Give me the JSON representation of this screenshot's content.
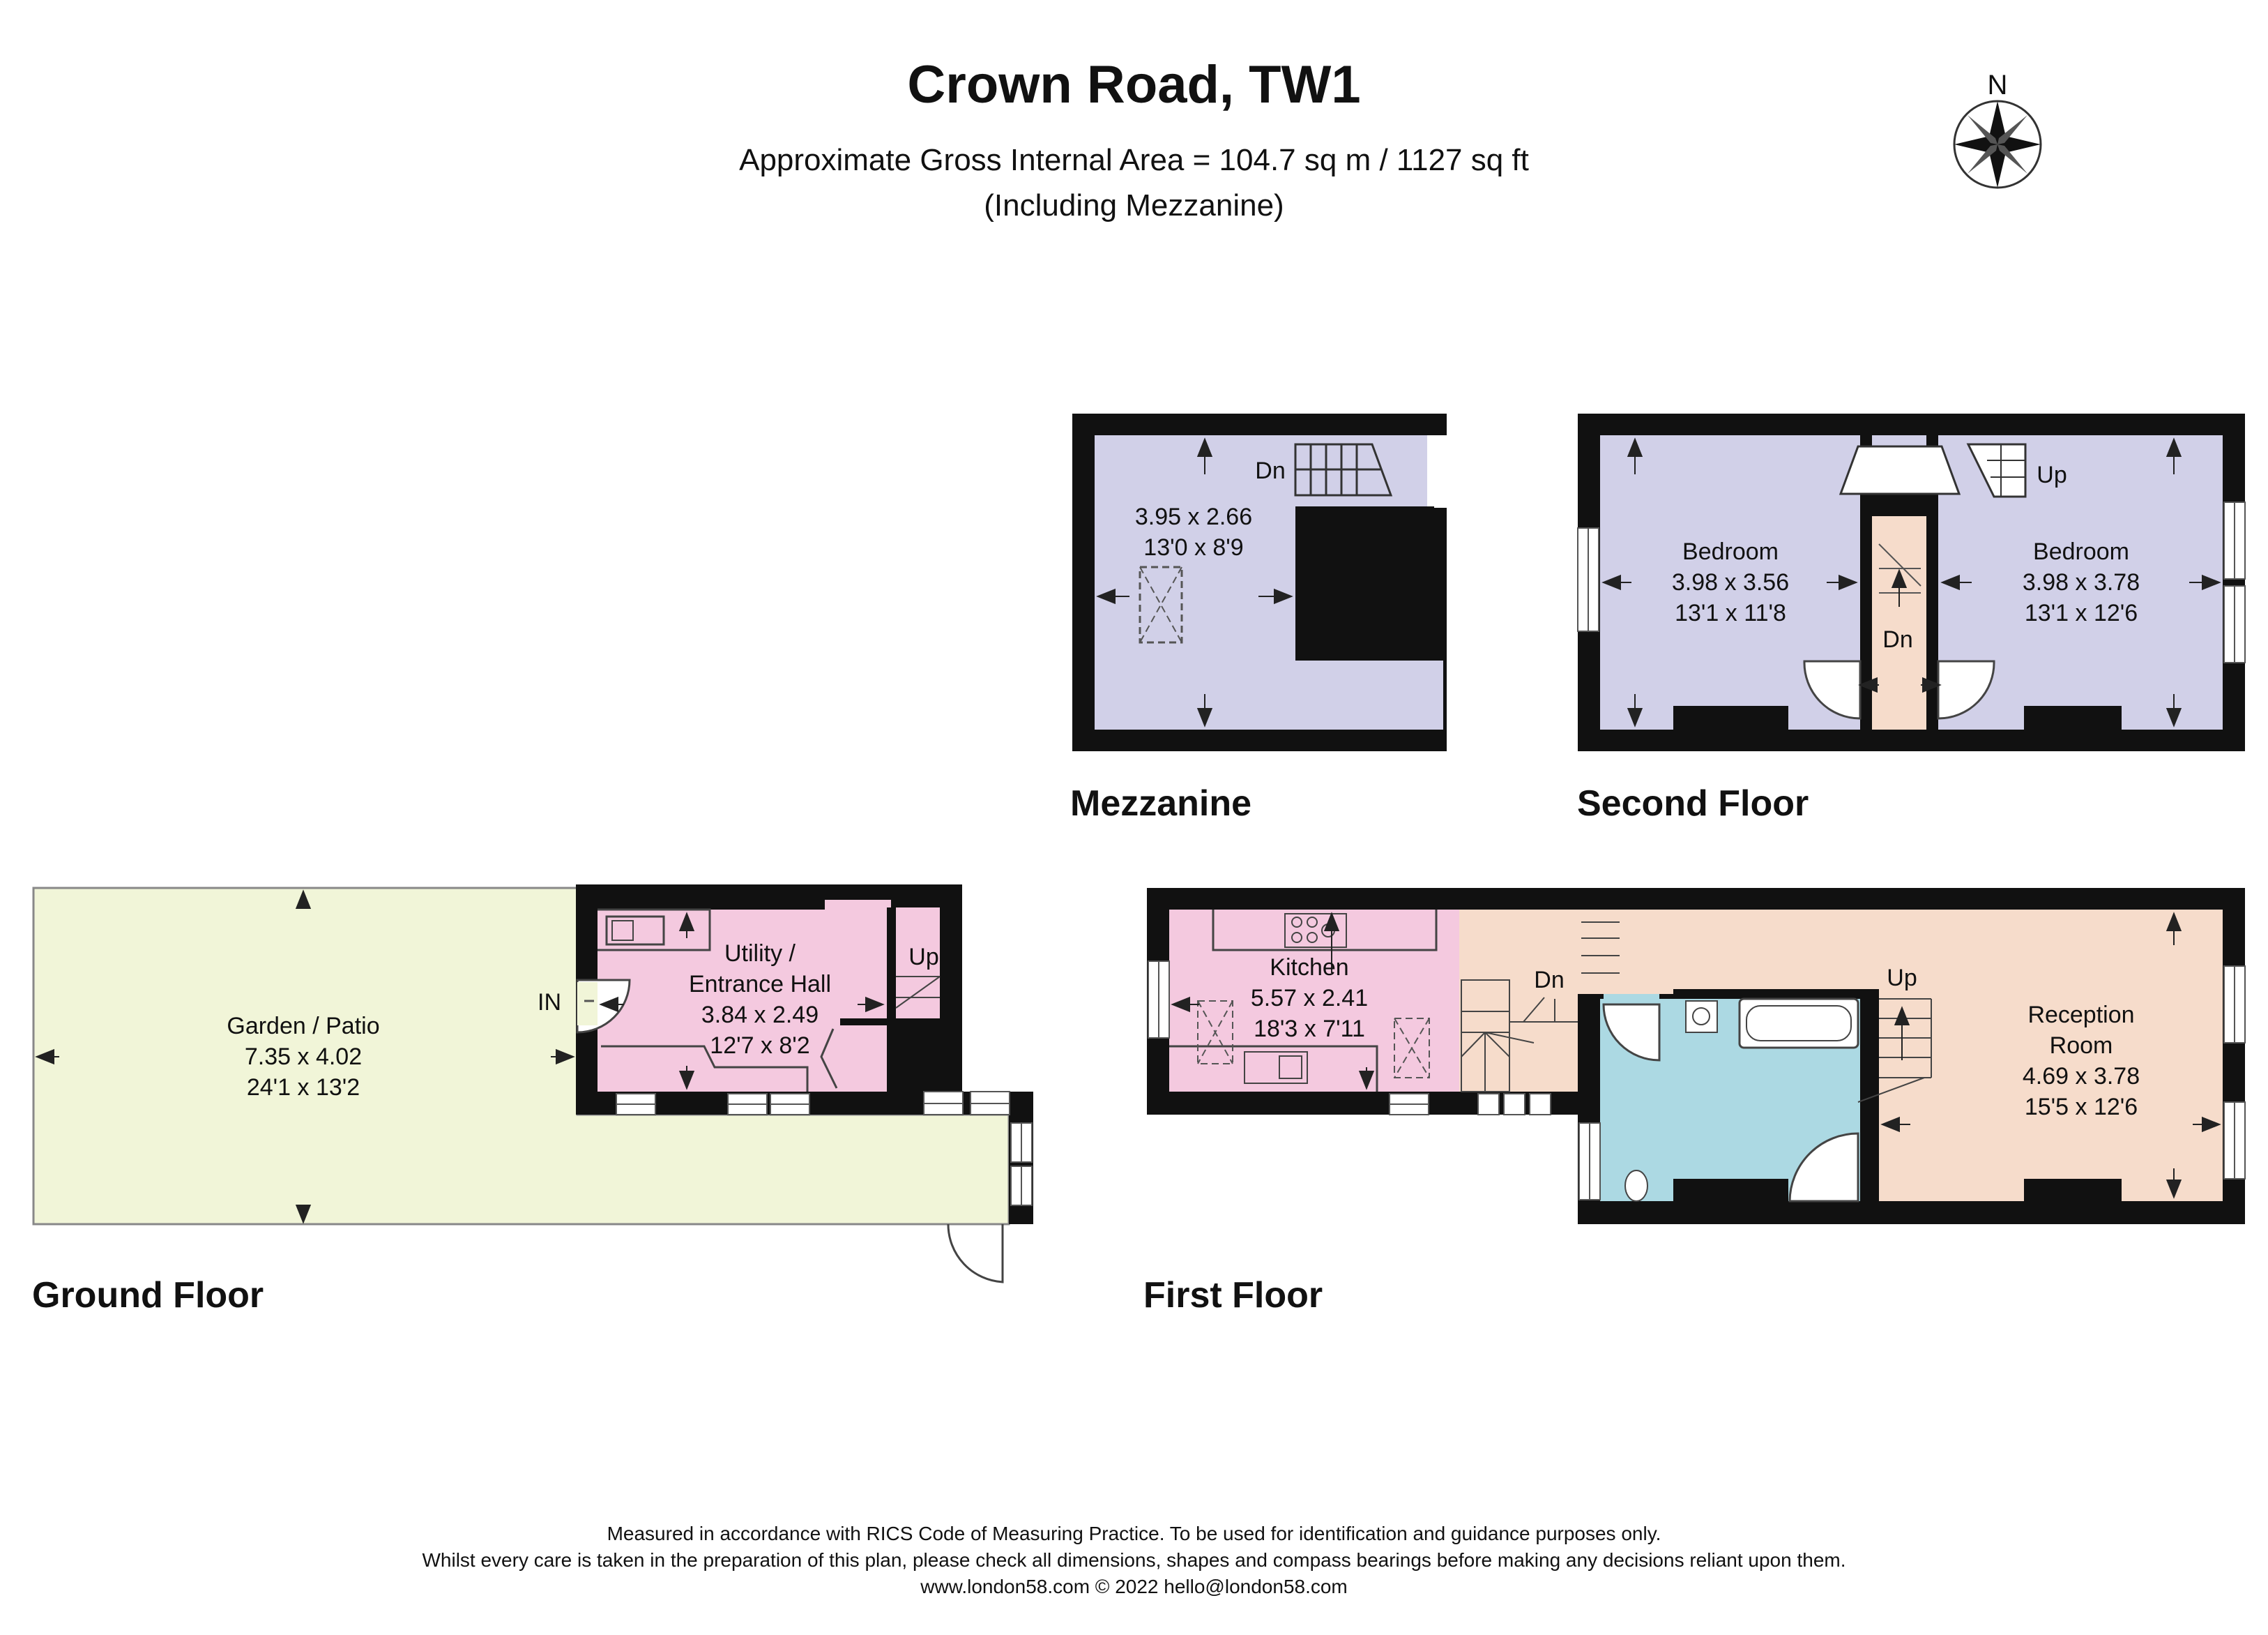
{
  "header": {
    "title": "Crown Road, TW1",
    "area_line": "Approximate Gross Internal Area = 104.7 sq m / 1127 sq ft",
    "including_line": "(Including Mezzanine)"
  },
  "compass": {
    "label": "N"
  },
  "floors": {
    "mezzanine": {
      "label": "Mezzanine"
    },
    "second": {
      "label": "Second Floor"
    },
    "ground": {
      "label": "Ground Floor"
    },
    "first": {
      "label": "First Floor"
    }
  },
  "rooms": {
    "mezzanine": {
      "metric": "3.95 x 2.66",
      "imperial": "13'0 x 8'9",
      "stair": "Dn"
    },
    "bedroom_left": {
      "name": "Bedroom",
      "metric": "3.98 x 3.56",
      "imperial": "13'1 x 11'8"
    },
    "bedroom_right": {
      "name": "Bedroom",
      "metric": "3.98 x 3.78",
      "imperial": "13'1 x 12'6",
      "stair": "Up"
    },
    "second_landing": {
      "stair": "Dn"
    },
    "garden": {
      "name": "Garden / Patio",
      "metric": "7.35 x 4.02",
      "imperial": "24'1 x 13'2",
      "entry": "IN"
    },
    "utility": {
      "name_line1": "Utility /",
      "name_line2": "Entrance Hall",
      "metric": "3.84 x 2.49",
      "imperial": "12'7 x 8'2",
      "stair": "Up"
    },
    "kitchen": {
      "name": "Kitchen",
      "metric": "5.57 x 2.41",
      "imperial": "18'3 x 7'11"
    },
    "first_landing": {
      "stair_down": "Dn",
      "stair_up": "Up"
    },
    "reception": {
      "name_line1": "Reception",
      "name_line2": "Room",
      "metric": "4.69 x 3.78",
      "imperial": "15'5 x 12'6"
    }
  },
  "colors": {
    "bedroom": "#d1d0e8",
    "wet": "#d8edc8",
    "pink": "#f4c9df",
    "peach": "#f6dccb",
    "bathroom": "#acd9e3",
    "garden": "#f1f5d8",
    "wall": "#111111"
  },
  "footer": {
    "line1": "Measured in accordance with RICS Code of Measuring Practice. To be used for identification and guidance purposes only.",
    "line2": "Whilst every care is taken in the preparation of this plan, please check all dimensions, shapes and compass bearings before making any decisions reliant upon them.",
    "line3": "www.london58.com © 2022 hello@london58.com"
  }
}
